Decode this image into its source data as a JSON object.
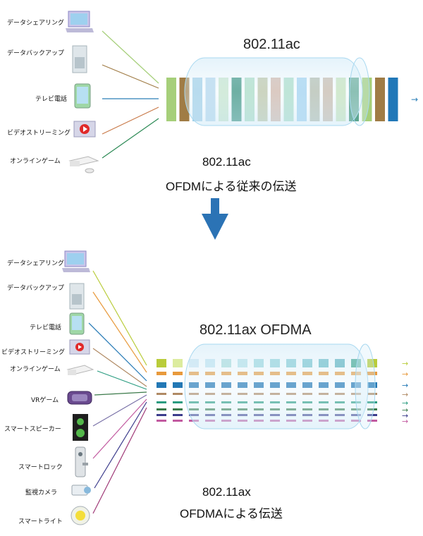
{
  "top": {
    "title": "802.11ac",
    "caption_line1": "802.11ac",
    "caption_line2": "OFDMによる従来の伝送",
    "devices": [
      {
        "label": "データシェアリング",
        "icon": "laptop-icon"
      },
      {
        "label": "データバックアップ",
        "icon": "server-tower-icon"
      },
      {
        "label": "テレビ電話",
        "icon": "tablet-icon"
      },
      {
        "label": "ビデオストリーミング",
        "icon": "video-player-icon"
      },
      {
        "label": "オンラインゲーム",
        "icon": "game-console-icon"
      }
    ],
    "colors": [
      "#a6cf7a",
      "#a07c45",
      "#2c7fb8",
      "#c97a4a",
      "#2c8a55"
    ]
  },
  "bottom": {
    "title": "802.11ax OFDMA",
    "caption_line1": "802.11ax",
    "caption_line2": "OFDMAによる伝送",
    "devices": [
      {
        "label": "データシェアリング",
        "icon": "laptop-icon"
      },
      {
        "label": "データバックアップ",
        "icon": "server-tower-icon"
      },
      {
        "label": "テレビ電話",
        "icon": "tablet-icon"
      },
      {
        "label": "ビデオストリーミング",
        "icon": "video-player-icon"
      },
      {
        "label": "オンラインゲーム",
        "icon": "game-console-icon"
      },
      {
        "label": "VRゲーム",
        "icon": "vr-headset-icon"
      },
      {
        "label": "スマートスピーカー",
        "icon": "speaker-icon"
      },
      {
        "label": "スマートロック",
        "icon": "smart-lock-icon"
      },
      {
        "label": "監視カメラ",
        "icon": "camera-icon"
      },
      {
        "label": "スマートライト",
        "icon": "light-bulb-icon"
      }
    ],
    "colors": [
      "#b9cc3a",
      "#e89a3c",
      "#2378b5",
      "#b08a64",
      "#2a9c80",
      "#3b7a4a",
      "#7a72a8",
      "#c25aa0",
      "#3c3c8c",
      "#a03a78"
    ]
  }
}
